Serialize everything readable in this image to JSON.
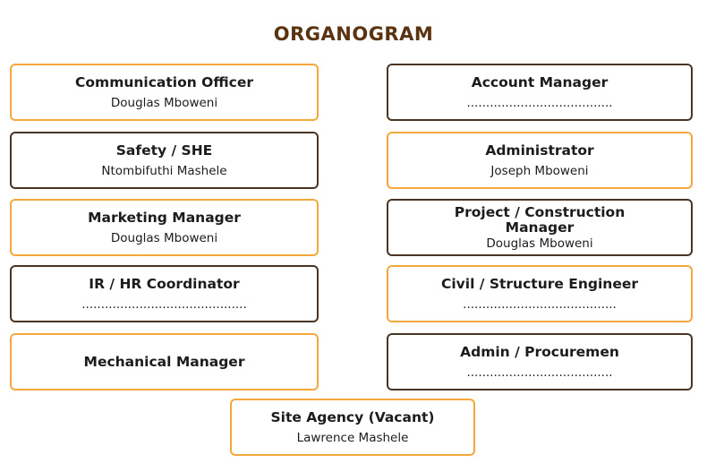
{
  "title": "ORGANOGRAM",
  "left_column": [
    {
      "role": "Communication Officer",
      "person": "Douglas Mboweni"
    },
    {
      "role": "Safety / SHE",
      "person": "Ntombifuthi Mashele"
    },
    {
      "role": "Marketing Manager",
      "person": "Douglas Mboweni"
    },
    {
      "role": "IR / HR Coordinator",
      "person": "..........................................."
    },
    {
      "role": "Mechanical Manager",
      "person": ""
    }
  ],
  "right_column": [
    {
      "role": "Account Manager",
      "person": "......................................"
    },
    {
      "role": "Administrator",
      "person": "Joseph Mboweni"
    },
    {
      "role": "Project / Construction Manager",
      "person": "Douglas Mboweni"
    },
    {
      "role": "Civil / Structure Engineer",
      "person": "........................................"
    },
    {
      "role": "Admin / Procuremen",
      "person": "......................................"
    }
  ],
  "bottom": {
    "role": "Site Agency (Vacant)",
    "person": "Lawrence Mashele"
  },
  "colors": {
    "title": "#5a3311",
    "orange_border": "#f4a83c",
    "brown_border": "#4a3525"
  }
}
